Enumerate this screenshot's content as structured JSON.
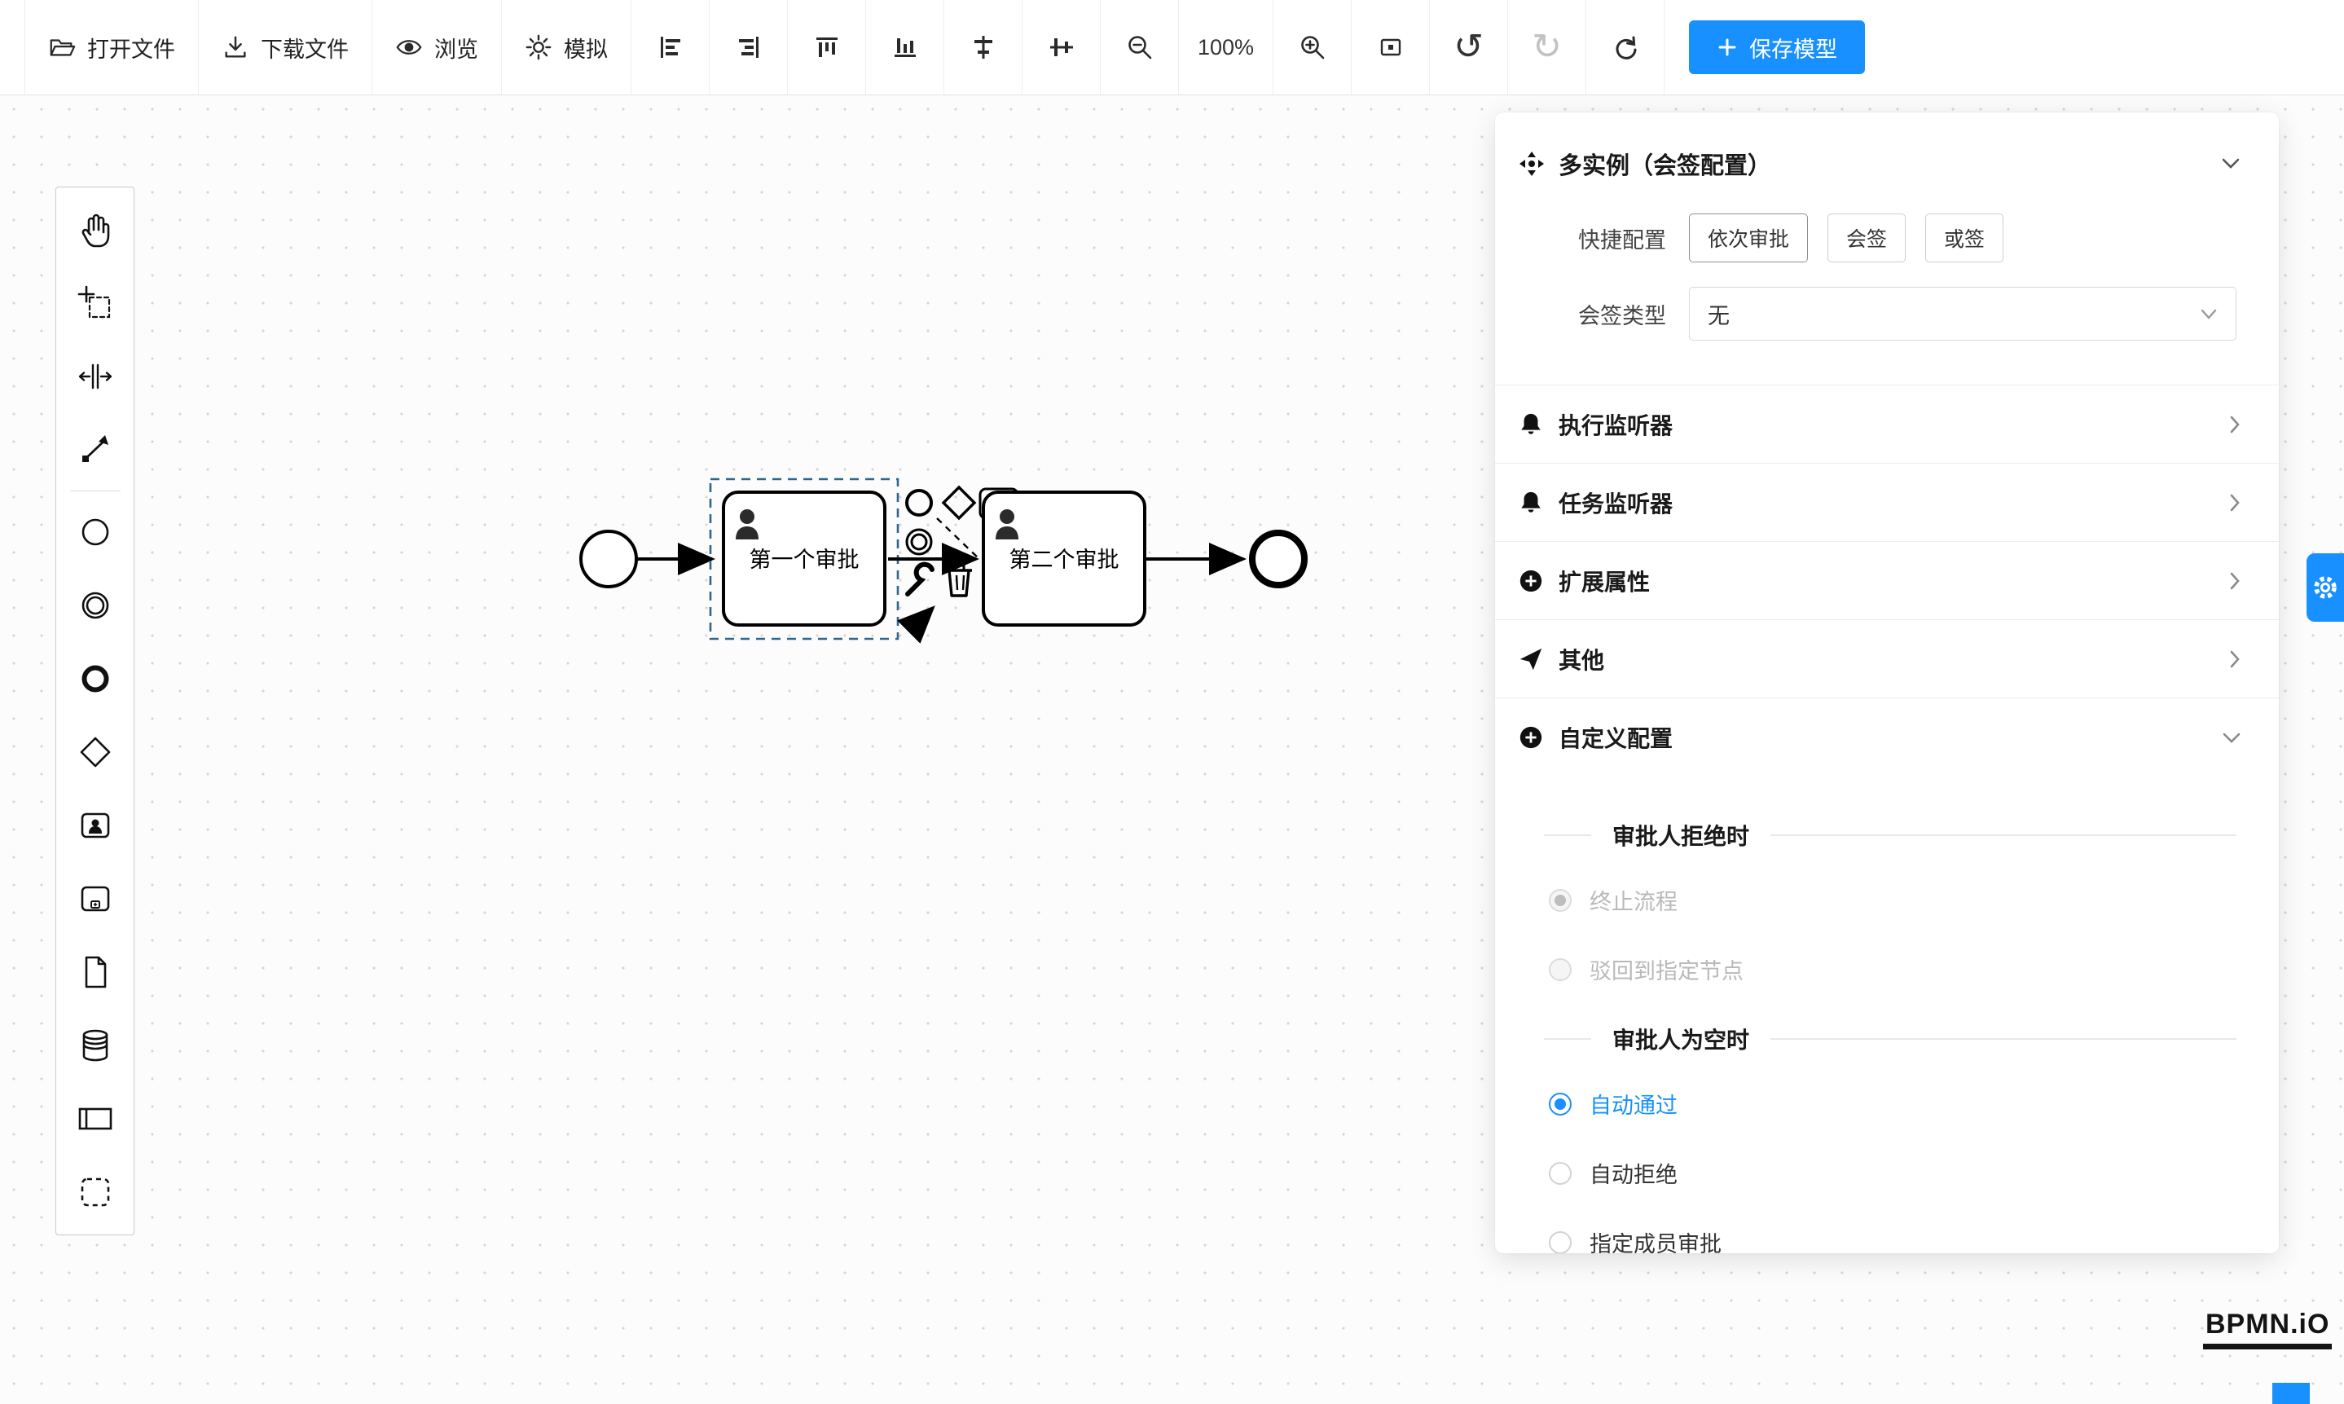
{
  "colors": {
    "accent": "#1890ff"
  },
  "toolbar": {
    "open_file": "打开文件",
    "download_file": "下载文件",
    "preview": "浏览",
    "simulate": "模拟",
    "zoom_level": "100%",
    "undo_glyph": "↺",
    "redo_glyph": "↻",
    "save_model": "保存模型"
  },
  "canvas": {
    "task1_label": "第一个审批",
    "task2_label": "第二个审批"
  },
  "panel": {
    "title": "多实例（会签配置）",
    "quick_label": "快捷配置",
    "quick_buttons": [
      "依次审批",
      "会签",
      "或签"
    ],
    "type_label": "会签类型",
    "type_value": "无",
    "collapse_items": [
      "执行监听器",
      "任务监听器",
      "扩展属性",
      "其他",
      "自定义配置"
    ],
    "reject_title": "审批人拒绝时",
    "reject_options": [
      "终止流程",
      "驳回到指定节点"
    ],
    "empty_title": "审批人为空时",
    "empty_options": [
      "自动通过",
      "自动拒绝",
      "指定成员审批"
    ]
  },
  "footer": {
    "logo": "BPMN.iO"
  }
}
